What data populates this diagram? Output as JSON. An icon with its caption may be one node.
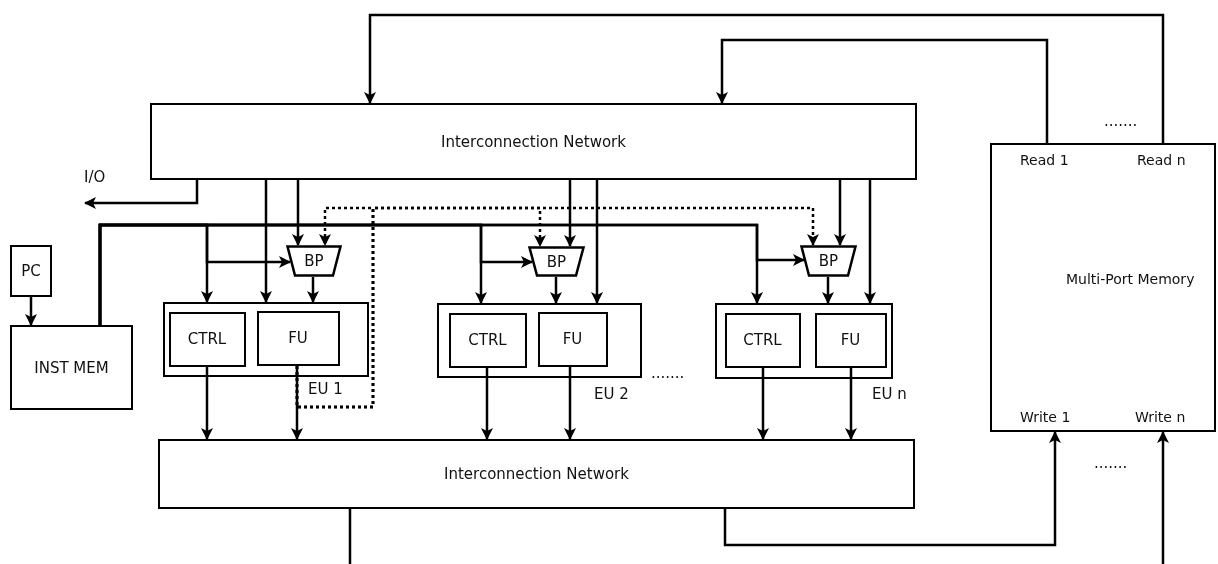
{
  "diagram": {
    "nodes": [
      {
        "text": [
          "Interconnection Network"
        ]
      },
      {
        "text": [
          "PC"
        ]
      },
      {
        "text": [
          "INST MEM"
        ]
      },
      {
        "text": [],
        "shape": "box",
        "beside": [
          "EU 1"
        ]
      },
      {
        "text": [
          "CTRL"
        ],
        "in": 3
      },
      {
        "text": [
          "FU"
        ],
        "in": 3
      },
      {
        "text": [
          "BP"
        ]
      },
      {
        "text": [],
        "shape": "box",
        "beside": [
          "EU 2"
        ]
      },
      {
        "text": [
          "CTRL"
        ],
        "in": 7
      },
      {
        "text": [
          "FU"
        ],
        "in": 7
      },
      {
        "text": [
          "BP"
        ]
      },
      {
        "text": [],
        "shape": "box",
        "beside": [
          "EU n"
        ]
      },
      {
        "text": [
          "CTRL"
        ],
        "in": 11
      },
      {
        "text": [
          "FU"
        ],
        "in": 11
      },
      {
        "text": [
          "BP"
        ]
      },
      {
        "text": [
          "Interconnection Network"
        ]
      },
      {
        "text": [
          "Read 1",
          "Read n",
          "Multi-Port Memory",
          "Write 1",
          "Write n"
        ]
      }
    ],
    "edges": [
      {
        "from": 16,
        "to": 0,
        "arrow": "to"
      },
      {
        "from": 16,
        "to": 0,
        "arrow": "to"
      },
      {
        "from": 0,
        "to": null,
        "arrow": "to",
        "label": "I/O"
      },
      {
        "from": 1,
        "to": 2,
        "arrow": "to"
      },
      {
        "from": 0,
        "to": 3,
        "arrow": "to"
      },
      {
        "from": 0,
        "to": 6,
        "arrow": "to"
      },
      {
        "from": 2,
        "to": 3,
        "arrow": "to"
      },
      {
        "from": 2,
        "to": 6,
        "arrow": "to"
      },
      {
        "from": 6,
        "to": 3,
        "arrow": "to"
      },
      {
        "from": 2,
        "to": 7,
        "arrow": "to"
      },
      {
        "from": 2,
        "to": 10,
        "arrow": "to"
      },
      {
        "from": 0,
        "to": 10,
        "arrow": "to"
      },
      {
        "from": 0,
        "to": 7,
        "arrow": "to"
      },
      {
        "from": 10,
        "to": 7,
        "arrow": "to"
      },
      {
        "from": 2,
        "to": 11,
        "arrow": "to"
      },
      {
        "from": 2,
        "to": 14,
        "arrow": "to"
      },
      {
        "from": 0,
        "to": 14,
        "arrow": "to"
      },
      {
        "from": 0,
        "to": 11,
        "arrow": "to"
      },
      {
        "from": 14,
        "to": 11,
        "arrow": "to"
      },
      {
        "from": 5,
        "to": 6,
        "arrow": "to",
        "style": "dashed"
      },
      {
        "from": 5,
        "to": 10,
        "arrow": "to",
        "style": "dashed"
      },
      {
        "from": 5,
        "to": 14,
        "arrow": "to",
        "style": "dashed"
      },
      {
        "from": 4,
        "to": 15,
        "arrow": "to"
      },
      {
        "from": 5,
        "to": 15,
        "arrow": "to"
      },
      {
        "from": 8,
        "to": 15,
        "arrow": "to"
      },
      {
        "from": 9,
        "to": 15,
        "arrow": "to"
      },
      {
        "from": 12,
        "to": 15,
        "arrow": "to"
      },
      {
        "from": 13,
        "to": 15,
        "arrow": "to"
      },
      {
        "from": 15,
        "to": 16,
        "arrow": "to"
      },
      {
        "from": null,
        "to": 16,
        "arrow": "to"
      },
      {
        "from": 15,
        "to": null,
        "arrow": "none"
      }
    ],
    "labels": [
      ".......",
      ".......",
      "......."
    ]
  }
}
